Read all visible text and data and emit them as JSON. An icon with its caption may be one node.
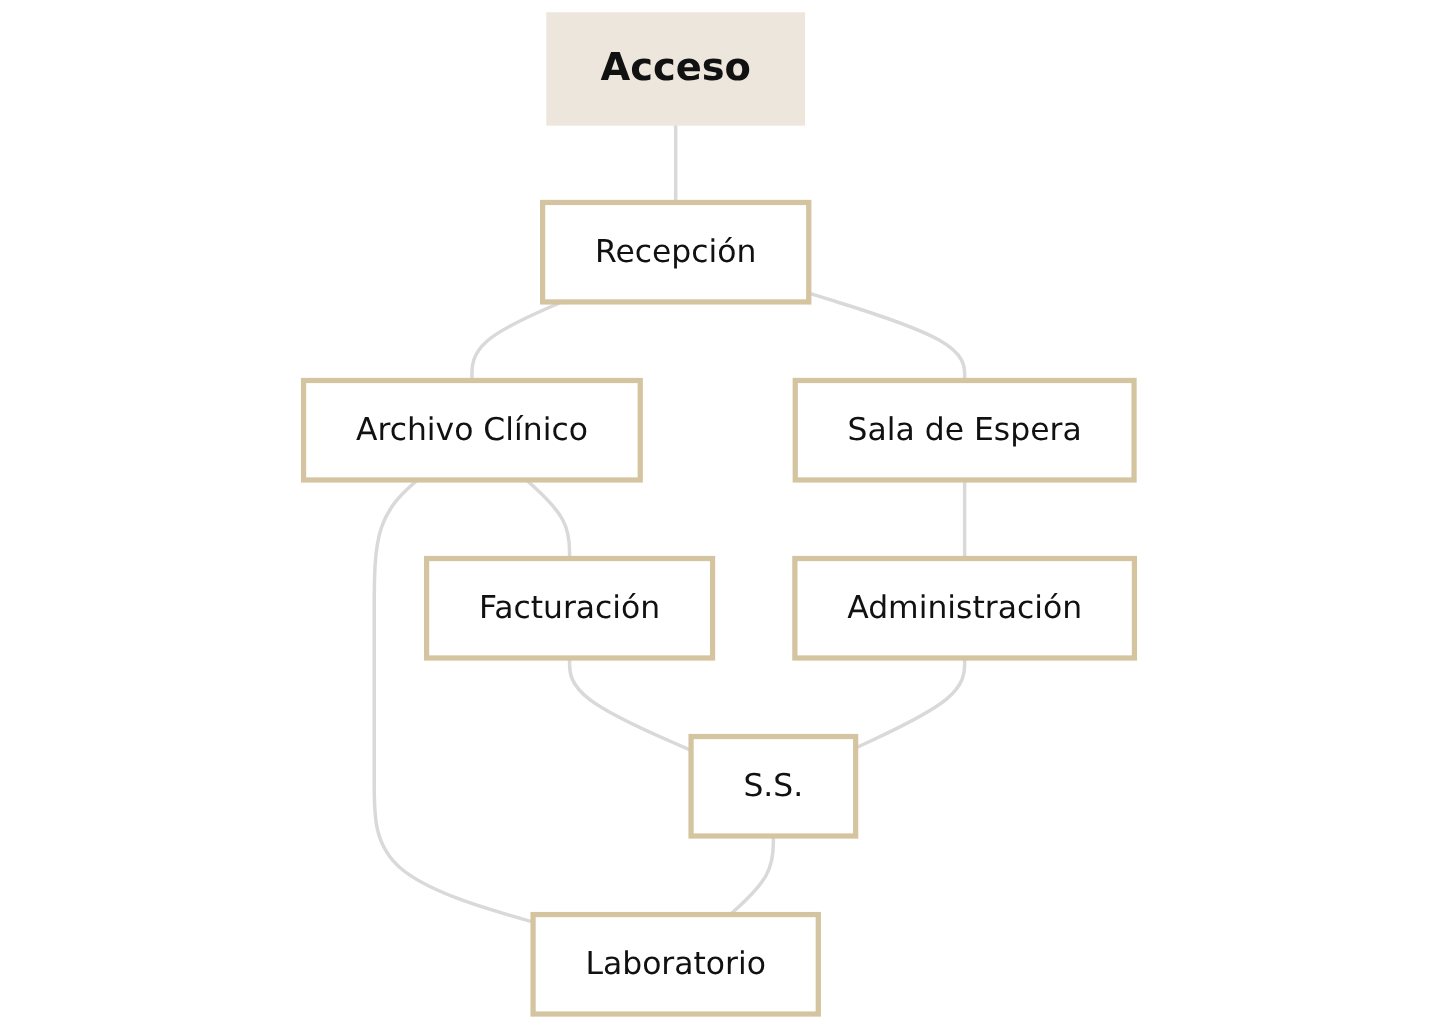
{
  "diagram": {
    "nodes": [
      {
        "text": [
          "Acceso"
        ]
      },
      {
        "text": [
          "Recepción"
        ]
      },
      {
        "text": [
          "Sala de Espera"
        ]
      },
      {
        "text": [
          "Administración"
        ]
      },
      {
        "text": [
          "Archivo Clínico"
        ]
      },
      {
        "text": [
          "Facturación"
        ]
      },
      {
        "text": [
          "S.S."
        ]
      },
      {
        "text": [
          "Laboratorio"
        ]
      }
    ],
    "edges": [
      {
        "from": 0,
        "to": 1,
        "arrow": "none"
      },
      {
        "from": 1,
        "to": 2,
        "arrow": "none"
      },
      {
        "from": 2,
        "to": 3,
        "arrow": "none"
      },
      {
        "from": 1,
        "to": 4,
        "arrow": "none"
      },
      {
        "from": 4,
        "to": 5,
        "arrow": "none"
      },
      {
        "from": 5,
        "to": 6,
        "arrow": "none"
      },
      {
        "from": 3,
        "to": 6,
        "arrow": "none"
      },
      {
        "from": 4,
        "to": 7,
        "arrow": "none"
      },
      {
        "from": 6,
        "to": 7,
        "arrow": "none"
      }
    ]
  }
}
